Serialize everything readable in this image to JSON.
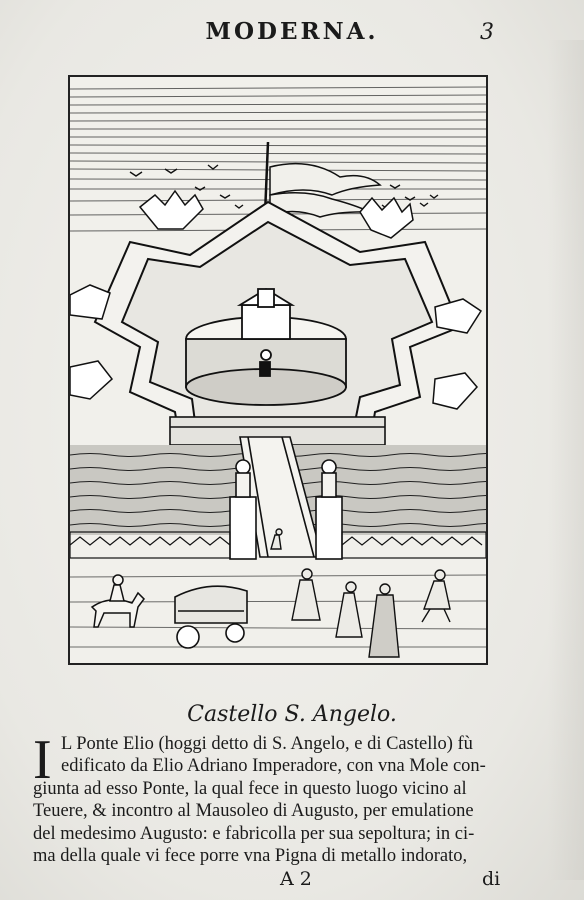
{
  "header": {
    "title": "MODERNA.",
    "page_number": "3"
  },
  "caption": "Castello S. Angelo.",
  "body": {
    "dropcap": "I",
    "lines": [
      "L Ponte Elio (hoggi detto di S. Angelo, e di Castello) fù",
      "edificato da Elio Adriano Imperadore, con vna Mole con-",
      "giunta ad esso Ponte, la qual fece in questo luogo vicino al",
      "Teuere, & incontro al Mausoleo di Augusto, per emulatione",
      "del medesimo Augusto: e fabricolla per sua sepoltura; in ci-",
      "ma della quale vi fece porre vna Pigna di metallo indorato,"
    ]
  },
  "footer": {
    "signature": "A 2",
    "catchword": "di"
  }
}
